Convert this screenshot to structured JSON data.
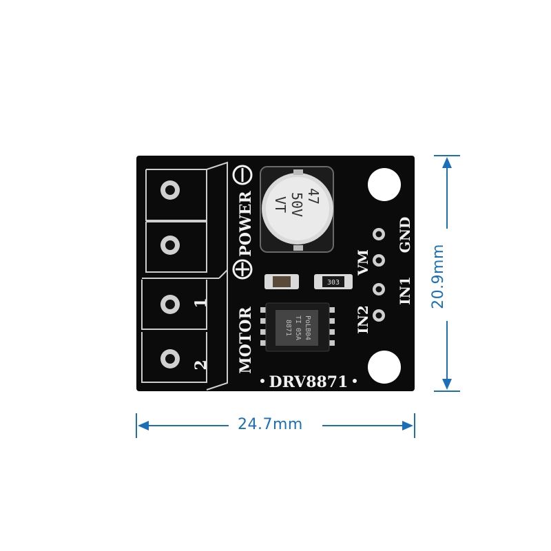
{
  "board": {
    "chip_label": "DRV8871",
    "power_label": "POWER",
    "motor_label": "MOTOR",
    "terminal_labels": [
      "1",
      "2"
    ],
    "pin_labels": [
      "GND",
      "VM",
      "IN1",
      "IN2"
    ],
    "capacitor_text": [
      "47",
      "50V",
      "VT"
    ],
    "resistor_text": "303",
    "ic_marking": [
      "8871",
      "TI 05A",
      "PoLB04"
    ],
    "colors": {
      "pcb": "#0b0b0b",
      "silkscreen": "#f2f2f2",
      "dimension": "#1a6fb8"
    }
  },
  "dimensions": {
    "width": "24.7mm",
    "height": "20.9mm"
  }
}
